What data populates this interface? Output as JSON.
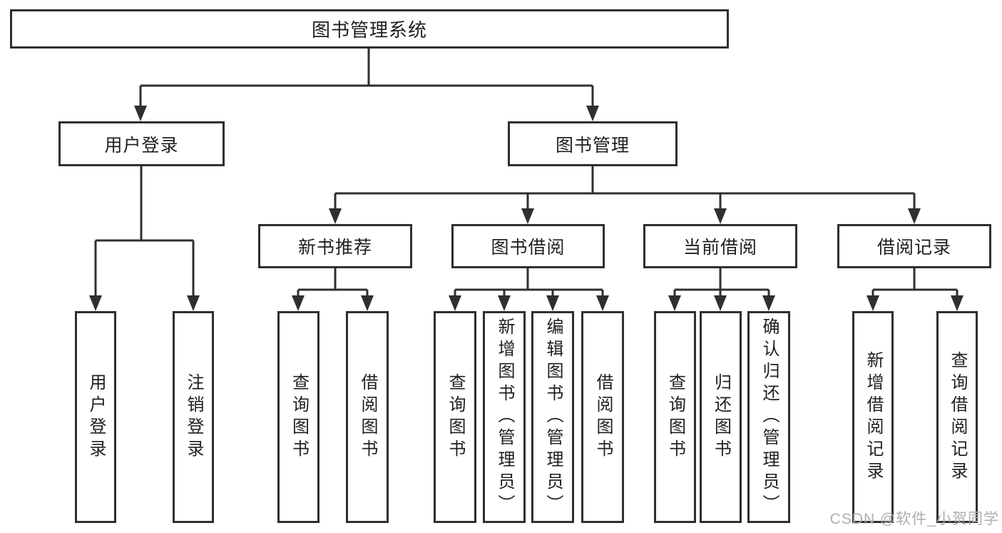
{
  "diagram_title": "图书管理系统",
  "tree": {
    "root": {
      "label": "图书管理系统",
      "children": [
        {
          "label": "用户登录",
          "children": [
            {
              "label": "用户登录"
            },
            {
              "label": "注销登录"
            }
          ]
        },
        {
          "label": "图书管理",
          "children": [
            {
              "label": "新书推荐",
              "children": [
                {
                  "label": "查询图书"
                },
                {
                  "label": "借阅图书"
                }
              ]
            },
            {
              "label": "图书借阅",
              "children": [
                {
                  "label": "查询图书"
                },
                {
                  "label": "新增图书（管理员）"
                },
                {
                  "label": "编辑图书（管理员）"
                },
                {
                  "label": "借阅图书"
                }
              ]
            },
            {
              "label": "当前借阅",
              "children": [
                {
                  "label": "查询图书"
                },
                {
                  "label": "归还图书"
                },
                {
                  "label": "确认归还（管理员）"
                }
              ]
            },
            {
              "label": "借阅记录",
              "children": [
                {
                  "label": "新增借阅记录"
                },
                {
                  "label": "查询借阅记录"
                }
              ]
            }
          ]
        }
      ]
    }
  },
  "watermark": "CSDN @软件_小贺同学",
  "colors": {
    "line": "#2f2f2f",
    "text": "#1f1f1f",
    "background": "#ffffff",
    "watermark": "#aeaeae"
  }
}
